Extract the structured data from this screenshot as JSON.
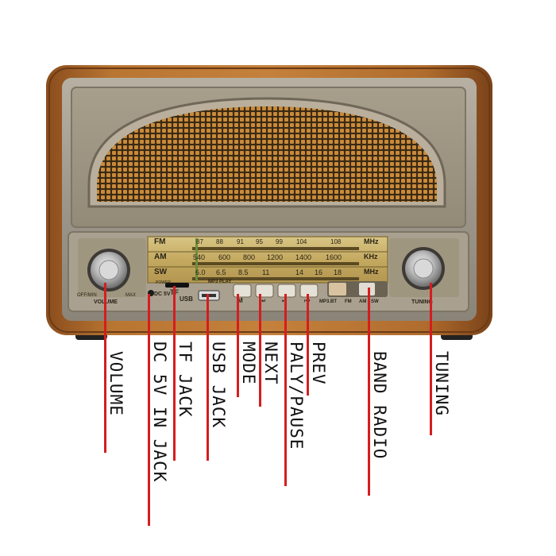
{
  "dial": {
    "bands": [
      {
        "name": "FM",
        "unit": "MHz",
        "scale": [
          "87",
          "88",
          "91",
          "95",
          "99",
          "104",
          "108"
        ]
      },
      {
        "name": "AM",
        "unit": "KHz",
        "scale": [
          "540",
          "600",
          "800",
          "1200",
          "1400",
          "1600"
        ]
      },
      {
        "name": "SW",
        "unit": "MHz",
        "scale": [
          "6.0",
          "6.5",
          "8.5",
          "11",
          "14",
          "16",
          "18"
        ]
      }
    ]
  },
  "panel": {
    "volume_text": "VOLUME",
    "off_min": "OFF/MIN",
    "max": "MAX",
    "dc5v": "DC 5V",
    "power": "POWER",
    "tf": "TF",
    "usb": "USB",
    "mp3_play": "MP3 PLAY",
    "mp3bt": "MP3.BT",
    "fm": "FM",
    "am": "AM",
    "sw": "SW",
    "tuning_text": "TUNING",
    "btn_mode_glyph": "M",
    "btn_next_glyph": "⏭",
    "btn_play_glyph": "⏯",
    "btn_prev_glyph": "⏮"
  },
  "callouts": [
    {
      "label": "VOLUME"
    },
    {
      "label": "DC 5V IN JACK"
    },
    {
      "label": "TF JACK"
    },
    {
      "label": "USB JACK"
    },
    {
      "label": "MODE"
    },
    {
      "label": "NEXT"
    },
    {
      "label": "PALY/PAUSE"
    },
    {
      "label": "PREV"
    },
    {
      "label": "BAND RADIO"
    },
    {
      "label": "TUNING"
    }
  ],
  "colors": {
    "wood": "#a8652a",
    "gold": "#c9b06a",
    "callout_line": "#d51d1f"
  }
}
